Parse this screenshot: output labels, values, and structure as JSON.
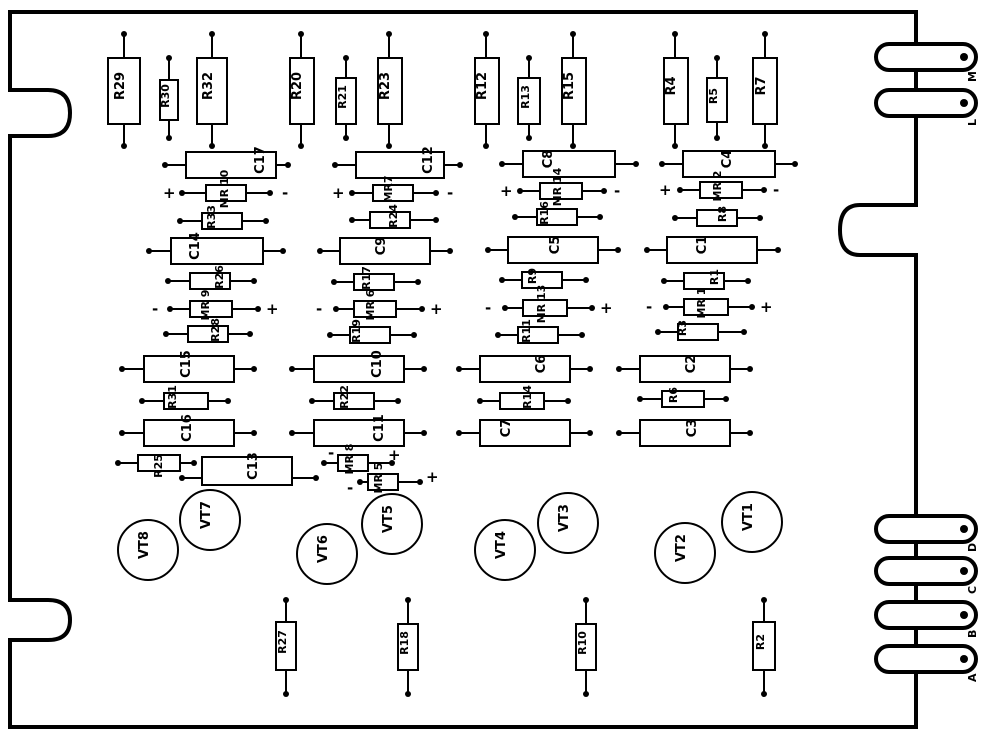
{
  "connectors": {
    "top": [
      "M",
      "L"
    ],
    "bottom": [
      "D",
      "C",
      "B",
      "A"
    ]
  },
  "resistors_top": [
    "R29",
    "R30",
    "R32",
    "R20",
    "R21",
    "R23",
    "R12",
    "R13",
    "R15",
    "R4",
    "R5",
    "R7"
  ],
  "resistors_bottom": [
    "R27",
    "R18",
    "R10",
    "R2"
  ],
  "transistors": [
    "VT8",
    "VT7",
    "VT6",
    "VT5",
    "VT4",
    "VT3",
    "VT2",
    "VT1"
  ],
  "capacitors": [
    "C17",
    "C12",
    "C8",
    "C4",
    "C14",
    "C9",
    "C5",
    "C1",
    "C15",
    "C10",
    "C6",
    "C2",
    "C16",
    "C11",
    "C7",
    "C3",
    "C13"
  ],
  "small_resistors": [
    "R33",
    "R24",
    "R16",
    "R8",
    "R26",
    "R17",
    "R9",
    "R1",
    "R28",
    "R19",
    "R11",
    "R3",
    "R31",
    "R22",
    "R14",
    "R6",
    "R25"
  ],
  "diodes": [
    "MR 10",
    "MR7",
    "MR 14",
    "MR 2",
    "MR 9",
    "MR 6",
    "MR 13",
    "MR 1",
    "MR 8",
    "MR 5"
  ],
  "polarity": {
    "plus": "+",
    "minus": "-"
  }
}
